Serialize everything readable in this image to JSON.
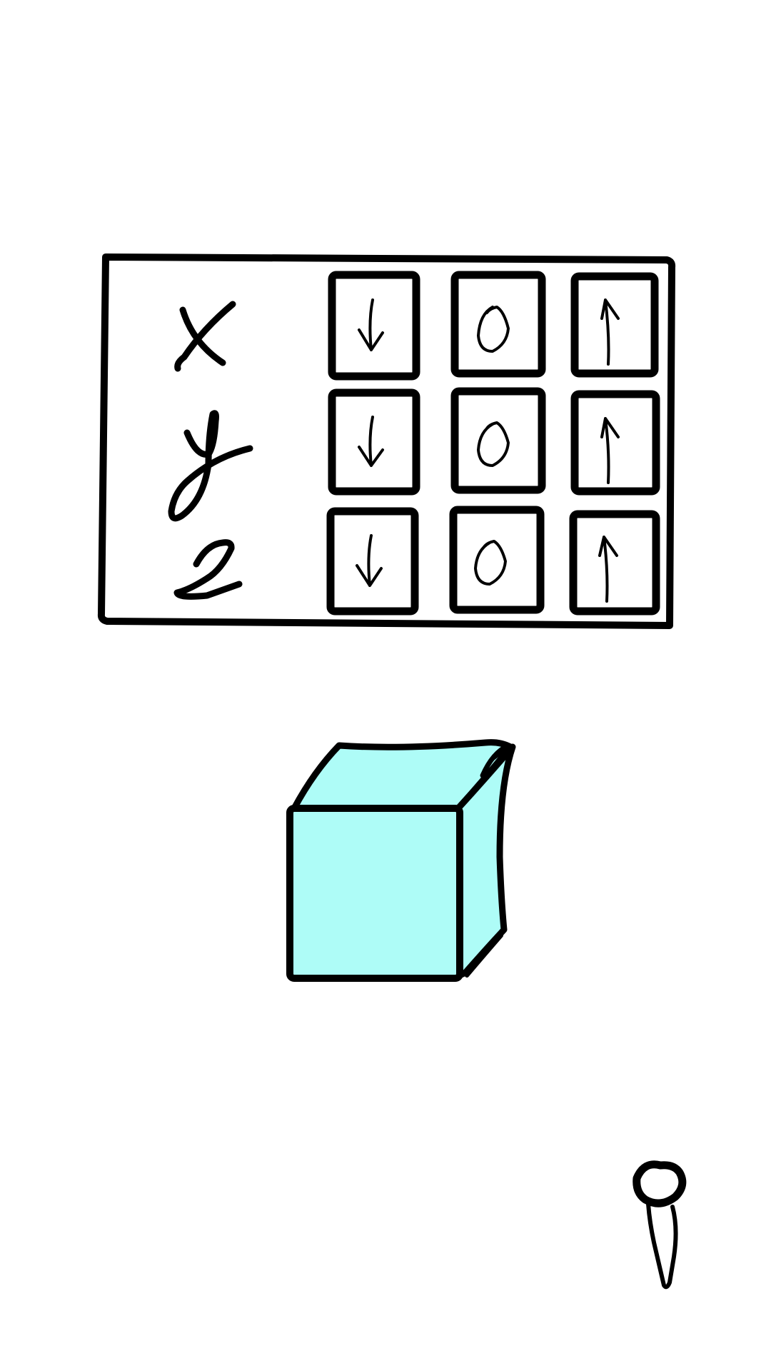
{
  "controls": {
    "rows": [
      {
        "axis": "x",
        "buttons": [
          "decrease",
          "reset",
          "increase"
        ]
      },
      {
        "axis": "y",
        "buttons": [
          "decrease",
          "reset",
          "increase"
        ]
      },
      {
        "axis": "z",
        "buttons": [
          "decrease",
          "reset",
          "increase"
        ]
      }
    ]
  },
  "icons": {
    "decrease": "down-arrow-icon",
    "reset": "zero-icon",
    "increase": "up-arrow-icon",
    "pin": "pin-icon"
  },
  "colors": {
    "cube_fill": "#aefcf7",
    "stroke": "#000000",
    "background": "#ffffff"
  }
}
